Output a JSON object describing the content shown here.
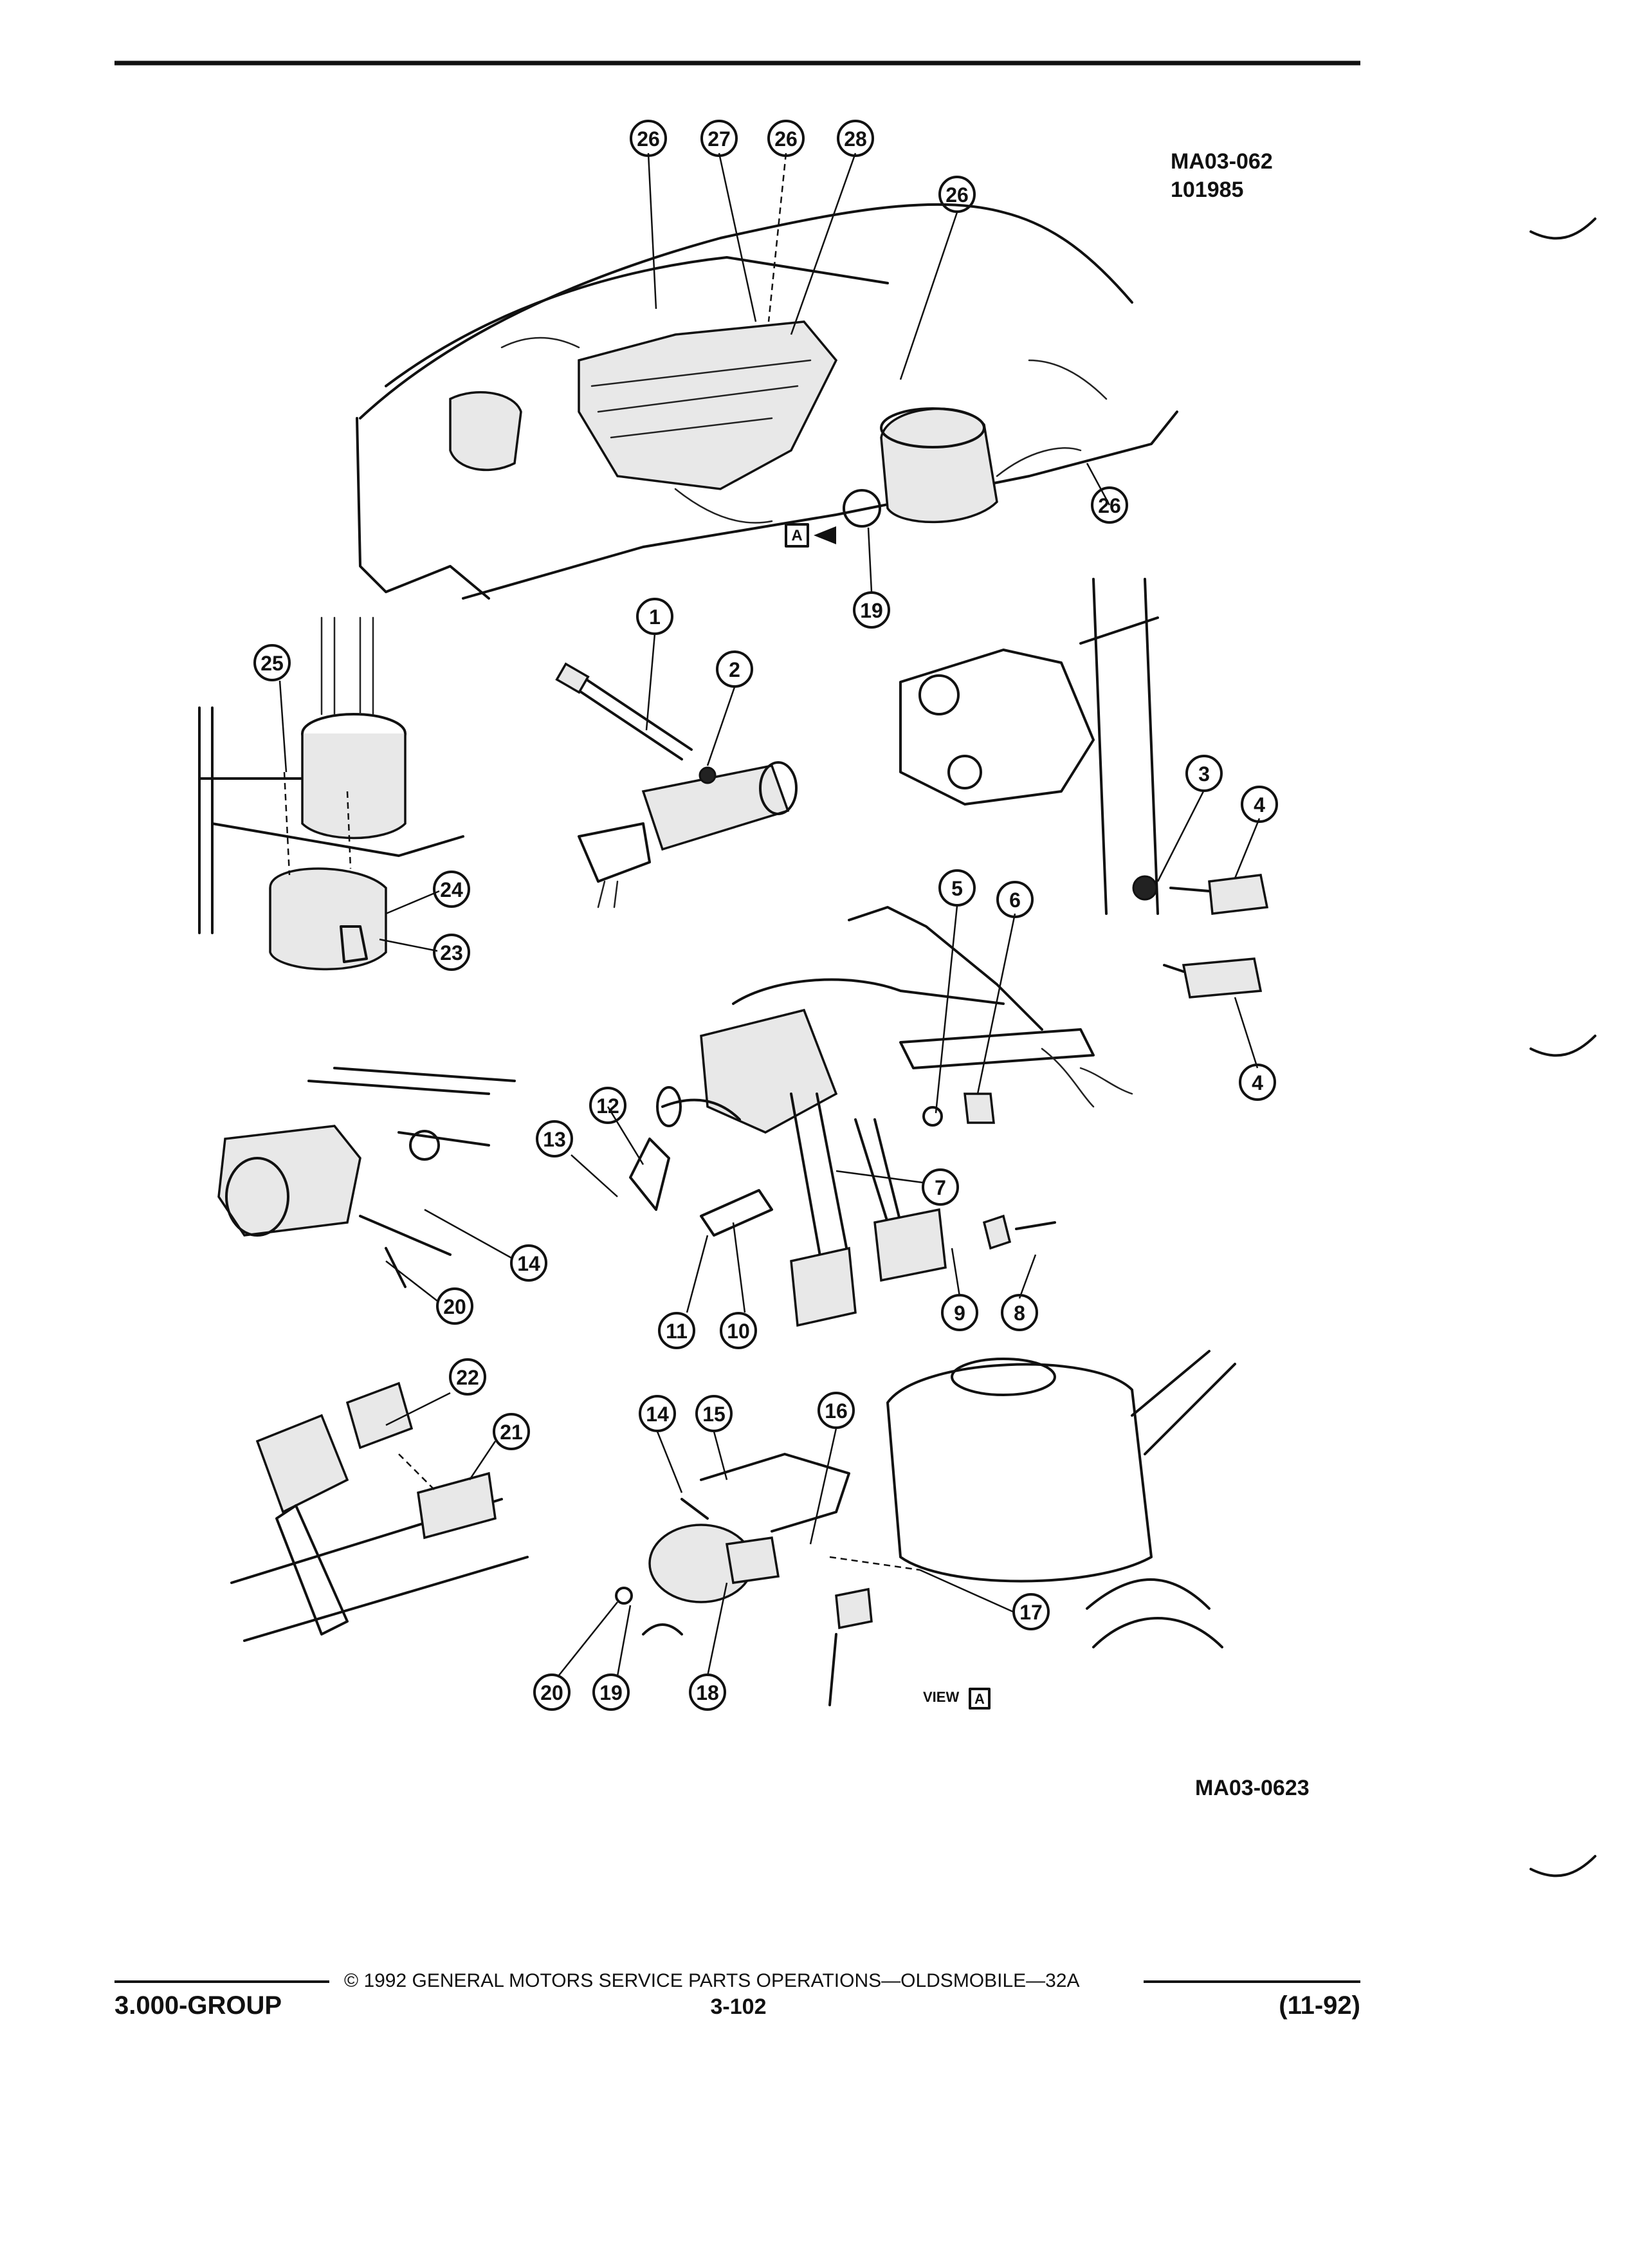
{
  "figure_refs": {
    "top_ref_code": "MA03-062",
    "top_ref_number": "101985",
    "bottom_ref_code": "MA03-0623"
  },
  "view_label": "VIEW",
  "view_marker": "A",
  "callouts": {
    "c1": "1",
    "c2": "2",
    "c3": "3",
    "c4a": "4",
    "c4b": "4",
    "c5": "5",
    "c6": "6",
    "c7": "7",
    "c8": "8",
    "c9": "9",
    "c10": "10",
    "c11": "11",
    "c12": "12",
    "c13": "13",
    "c14a": "14",
    "c14b": "14",
    "c15": "15",
    "c16": "16",
    "c17": "17",
    "c18": "18",
    "c19a": "19",
    "c19b": "19",
    "c20a": "20",
    "c20b": "20",
    "c21": "21",
    "c22": "22",
    "c23": "23",
    "c24": "24",
    "c25": "25",
    "c26a": "26",
    "c26b": "26",
    "c26c": "26",
    "c26d": "26",
    "c27": "27",
    "c28": "28"
  },
  "footer": {
    "copyright": "© 1992 GENERAL MOTORS SERVICE PARTS OPERATIONS—OLDSMOBILE—32A",
    "group": "3.000-GROUP",
    "page": "3-102",
    "date": "(11-92)"
  }
}
